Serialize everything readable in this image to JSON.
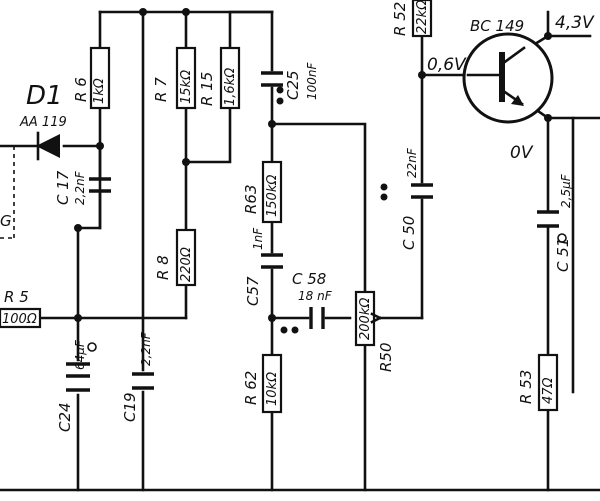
{
  "components": {
    "d1": {
      "ref": "D1",
      "type": "AA 119"
    },
    "r6": {
      "ref": "R 6",
      "value": "1kΩ"
    },
    "r7": {
      "ref": "R 7",
      "value": "15kΩ"
    },
    "r15": {
      "ref": "R 15",
      "value": "1,6kΩ"
    },
    "c25": {
      "ref": "C25",
      "value": "100nF"
    },
    "r52": {
      "ref": "R 52",
      "value": "22kΩ"
    },
    "transistor": {
      "type": "BC 149"
    },
    "c17": {
      "ref": "C 17",
      "value": "2,2nF"
    },
    "r63": {
      "ref": "R63",
      "value": "150kΩ"
    },
    "c50": {
      "ref": "C 50",
      "value": "22nF"
    },
    "c57": {
      "ref": "C57",
      "value": "1nF"
    },
    "c58": {
      "ref": "C 58",
      "value": "18 nF"
    },
    "r8": {
      "ref": "R 8",
      "value": "220Ω"
    },
    "r5": {
      "ref": "R 5",
      "value": "100Ω"
    },
    "r50": {
      "ref": "R50",
      "value": "200kΩ"
    },
    "c51": {
      "ref": "C 51",
      "value": "2,5μF"
    },
    "c24": {
      "ref": "C24",
      "value": "64μF"
    },
    "c19": {
      "ref": "C19",
      "value": "2,2nF"
    },
    "r62": {
      "ref": "R 62",
      "value": "10kΩ"
    },
    "r53": {
      "ref": "R 53",
      "value": "47Ω"
    }
  },
  "voltages": {
    "base": "0,6V",
    "collector": "4,3V",
    "emitter": "0V"
  },
  "partial_label": "G"
}
